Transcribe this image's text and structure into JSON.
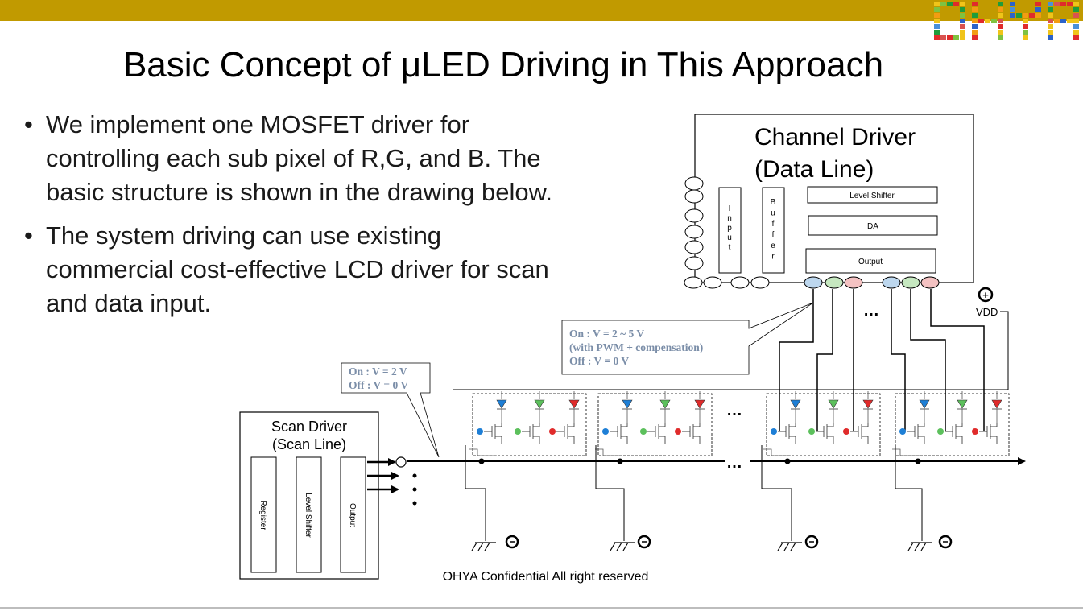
{
  "slide": {
    "title": "Basic Concept of μLED Driving in This Approach",
    "bullets": [
      "We  implement one MOSFET driver for controlling each sub pixel of R,G, and B. The basic structure is shown in the drawing below.",
      "The system driving can use existing commercial cost-effective LCD driver for scan and data input."
    ],
    "footer": "OHYA Confidential All right reserved",
    "logo_text": "OHYA"
  },
  "diagram": {
    "channel_driver": {
      "title_line1": "Channel Driver",
      "title_line2": "(Data Line)",
      "input_label": [
        "I",
        "n",
        "p",
        "u",
        "t"
      ],
      "buffer_label": [
        "B",
        "u",
        "f",
        "f",
        "e",
        "r"
      ],
      "level_shifter": "Level Shifter",
      "da": "DA",
      "output": "Output"
    },
    "scan_driver": {
      "title_line1": "Scan Driver",
      "title_line2": "(Scan Line)",
      "register": "Register",
      "level_shifter": "Level Shifter",
      "output": "Output"
    },
    "data_callout": {
      "line1": "On : V = 2 ~ 5 V",
      "line2": "(with PWM + compensation)",
      "line3": "Off : V = 0 V"
    },
    "scan_callout": {
      "line1": "On : V = 2 V",
      "line2": "Off : V = 0 V"
    },
    "vdd_label": "VDD",
    "plus_symbol": "+",
    "minus_symbol": "−",
    "ellipsis": "…",
    "vertical_dots": "⋮",
    "colors": {
      "blue": "#1e7fd6",
      "green": "#5cc05c",
      "red": "#e02b2b",
      "blue_light": "#bdd7ee",
      "green_light": "#c6e8c0",
      "red_light": "#f4c2c2",
      "brand": "#c19a00",
      "callout_text": "#7b8ea8"
    }
  }
}
